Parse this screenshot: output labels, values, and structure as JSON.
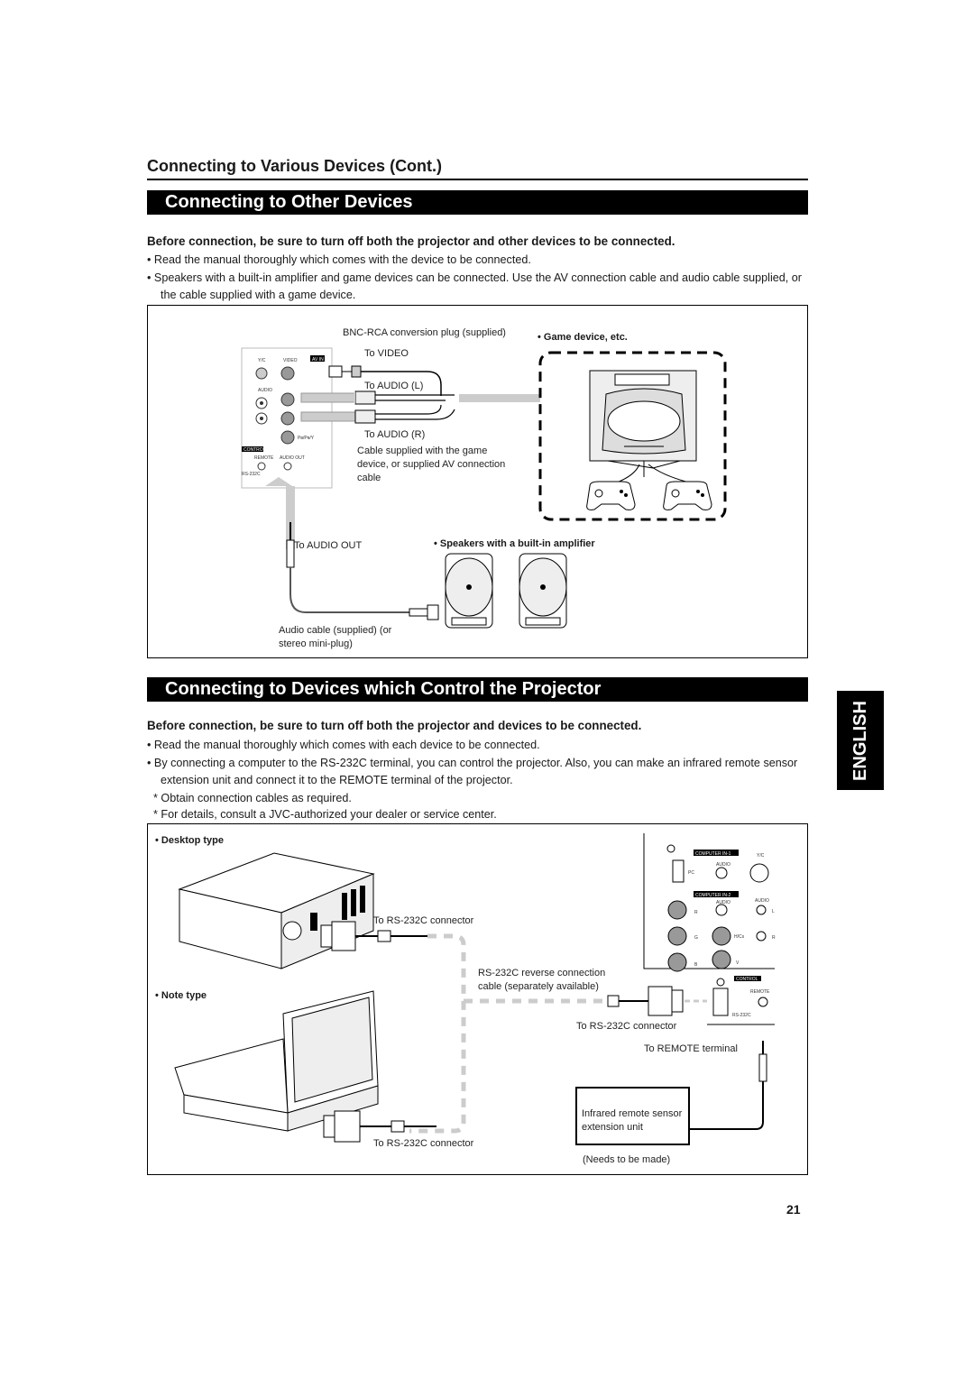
{
  "header": {
    "subtitle": "Connecting to Various Devices (Cont.)"
  },
  "section1": {
    "title": "Connecting to Other Devices",
    "lead": "Before connection, be sure to turn off both the projector and other devices to be connected.",
    "bullets": [
      "Read the manual thoroughly which comes with the device to be connected.",
      "Speakers with a built-in amplifier and game devices can be connected. Use the AV connection cable and audio cable supplied, or the cable supplied with a game device."
    ],
    "diagram": {
      "bnc_plug": "BNC-RCA conversion plug (supplied)",
      "to_video": "To VIDEO",
      "to_audio_l": "To AUDIO (L)",
      "to_audio_r": "To AUDIO (R)",
      "cable_note": "Cable supplied with the game device, or supplied AV connection cable",
      "game_device": "Game device, etc.",
      "to_audio_out": "To AUDIO OUT",
      "speakers": "Speakers with a built-in amplifier",
      "audio_cable": "Audio cable (supplied) (or stereo mini-plug)",
      "panel_labels": {
        "yc": "Y/C",
        "video": "VIDEO",
        "av_in": "AV IN",
        "audio": "AUDIO",
        "pbpr": "Pʙ/Pʀ/Y",
        "control": "CONTROL",
        "remote": "REMOTE",
        "audio_out": "AUDIO OUT",
        "rs232c": "RS-232C"
      }
    }
  },
  "section2": {
    "title": "Connecting to Devices which Control the Projector",
    "lead": "Before connection, be sure to turn off both the projector and devices to be connected.",
    "bullets": [
      "Read the manual thoroughly which comes with each device to be connected.",
      "By connecting a computer to the RS-232C terminal, you can control the projector. Also, you can make an infrared remote sensor extension unit and connect it to the REMOTE terminal of the projector."
    ],
    "notes": [
      "Obtain connection cables as required.",
      "For details, consult a JVC-authorized your dealer or service center."
    ],
    "diagram": {
      "desktop": "Desktop type",
      "note_type": "Note type",
      "to_rs232c_1": "To RS-232C connector",
      "reverse_cable": "RS-232C reverse connection cable (separately available)",
      "to_rs232c_2": "To RS-232C connector",
      "to_remote": "To REMOTE terminal",
      "infrared": "Infrared remote sensor extension unit",
      "needs": "(Needs to be made)",
      "to_rs232c_3": "To RS-232C connector",
      "panel_labels": {
        "computer_in1": "COMPUTER IN-1",
        "computer_in2": "COMPUTER IN-2",
        "yc": "Y/C",
        "audio": "AUDIO",
        "pc": "PC",
        "r": "R",
        "g": "G",
        "b": "B",
        "h": "H/Cs",
        "v": "V",
        "l": "L",
        "control": "CONTROL",
        "remote": "REMOTE",
        "rs232c": "RS-232C"
      }
    }
  },
  "side_tab": "ENGLISH",
  "page_number": "21"
}
